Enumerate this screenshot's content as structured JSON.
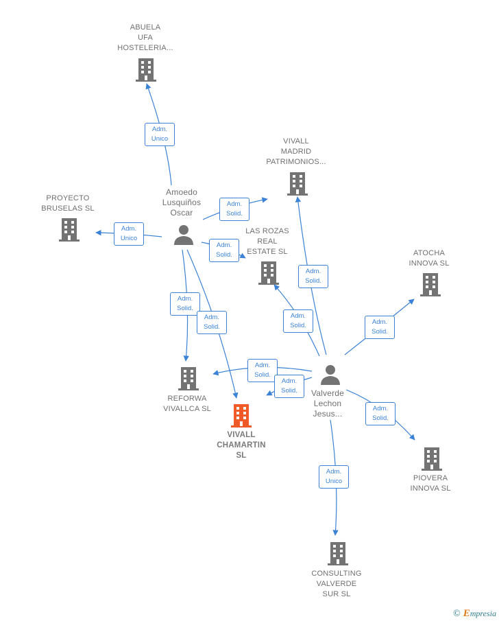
{
  "nodes": {
    "abuela_ufa": {
      "lines": [
        "ABUELA",
        "UFA",
        "HOSTELERIA..."
      ]
    },
    "vivall_madrid": {
      "lines": [
        "VIVALL",
        "MADRID",
        "PATRIMONIOS..."
      ]
    },
    "proyecto_bruselas": {
      "lines": [
        "PROYECTO",
        "BRUSELAS  SL"
      ]
    },
    "las_rozas": {
      "lines": [
        "LAS ROZAS",
        "REAL",
        "ESTATE  SL"
      ]
    },
    "atocha": {
      "lines": [
        "ATOCHA",
        "INNOVA  SL"
      ]
    },
    "reforwa": {
      "lines": [
        "REFORWA",
        "VIVALLCA  SL"
      ]
    },
    "vivall_chamartin": {
      "lines": [
        "VIVALL",
        "CHAMARTIN",
        "SL"
      ]
    },
    "piovera": {
      "lines": [
        "PIOVERA",
        "INNOVA  SL"
      ]
    },
    "consulting": {
      "lines": [
        "CONSULTING",
        "VALVERDE",
        "SUR  SL"
      ]
    },
    "amoedo": {
      "lines": [
        "Amoedo",
        "Lusquiños",
        "Oscar"
      ]
    },
    "valverde": {
      "lines": [
        "Valverde",
        "Lechon",
        "Jesus..."
      ]
    }
  },
  "edges": [
    {
      "label": [
        "Adm.",
        "Unico"
      ]
    },
    {
      "label": [
        "Adm.",
        "Solid."
      ]
    },
    {
      "label": [
        "Adm.",
        "Unico"
      ]
    },
    {
      "label": [
        "Adm.",
        "Solid."
      ]
    },
    {
      "label": [
        "Adm.",
        "Solid."
      ]
    },
    {
      "label": [
        "Adm.",
        "Solid."
      ]
    },
    {
      "label": [
        "Adm.",
        "Solid."
      ]
    },
    {
      "label": [
        "Adm.",
        "Solid."
      ]
    },
    {
      "label": [
        "Adm.",
        "Solid."
      ]
    },
    {
      "label": [
        "Adm.",
        "Solid."
      ]
    },
    {
      "label": [
        "Adm.",
        "Solid."
      ]
    },
    {
      "label": [
        "Adm.",
        "Solid."
      ]
    },
    {
      "label": [
        "Adm.",
        "Unico"
      ]
    }
  ],
  "colors": {
    "edge": "#3b82d6",
    "building": "#737373",
    "focus_building": "#f05a28",
    "person": "#737373"
  },
  "footer": {
    "copyright": "©",
    "brand_initial": "E",
    "brand_rest": "mpresia"
  }
}
